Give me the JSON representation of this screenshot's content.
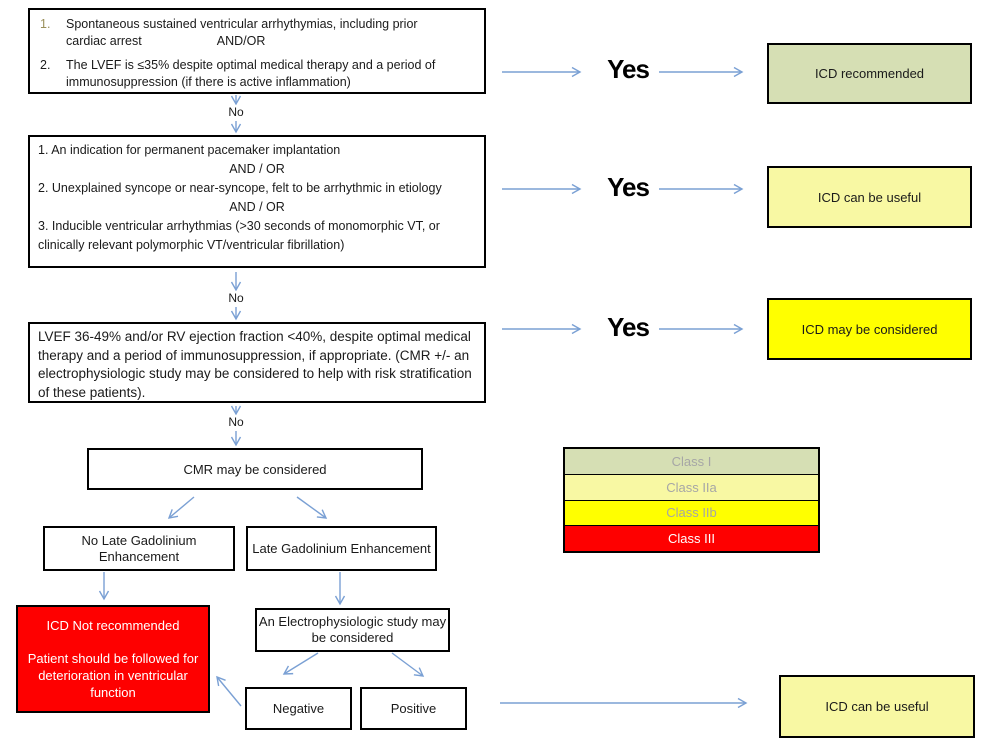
{
  "colors": {
    "arrow_blue": "#7aa0d4",
    "class_i_green": "#d6dfb4",
    "class_iia_pale_yellow": "#f8f8a3",
    "class_iib_yellow": "#ffff00",
    "class_iii_red": "#fe0000",
    "legend_text_gray": "#a6a6a6",
    "list_number_tan": "#9a8f5a",
    "box_border": "#000000"
  },
  "nodes": {
    "criteria1": {
      "item1_num": "1.",
      "item1_line1": "Spontaneous sustained ventricular arrhythymias, including prior",
      "item1_line2": "cardiac arrest",
      "andor": "AND/OR",
      "item2_num": "2.",
      "item2_text": "The LVEF is ≤35% despite optimal medical therapy and a period of immunosuppression (if there is active inflammation)"
    },
    "criteria2": {
      "item1": "1. An indication for permanent pacemaker implantation",
      "andor1": "AND / OR",
      "item2": "2.  Unexplained syncope or near-syncope, felt to be arrhythmic in etiology",
      "andor2": "AND / OR",
      "item3": "3.  Inducible ventricular arrhythmias (>30 seconds of monomorphic VT, or clinically relevant polymorphic VT/ventricular fibrillation)"
    },
    "criteria3": {
      "text": "LVEF 36-49% and/or RV ejection fraction <40%, despite optimal medical therapy and a period of immunosuppression, if appropriate. (CMR +/- an electrophysiologic study may be considered to help with risk stratification of these patients)."
    },
    "cmr": {
      "text": "CMR may be considered"
    },
    "no_lge": {
      "text": "No Late Gadolinium Enhancement"
    },
    "lge": {
      "text": "Late Gadolinium Enhancement"
    },
    "icd_not_recommended": {
      "line1": "ICD Not recommended",
      "line2": "Patient should be followed for deterioration in ventricular function"
    },
    "ep_study": {
      "text": "An Electrophysiologic study may be considered"
    },
    "negative": {
      "text": "Negative"
    },
    "positive": {
      "text": "Positive"
    }
  },
  "outcomes": {
    "icd_recommended": {
      "label": "ICD recommended",
      "color": "#d6dfb4"
    },
    "icd_can_be_useful_1": {
      "label": "ICD can be useful",
      "color": "#f8f8a3"
    },
    "icd_may_be_considered": {
      "label": "ICD may be considered",
      "color": "#ffff00"
    },
    "icd_can_be_useful_2": {
      "label": "ICD can be useful",
      "color": "#f8f8a3"
    }
  },
  "labels": {
    "yes1": "Yes",
    "yes2": "Yes",
    "yes3": "Yes",
    "no1": "No",
    "no2": "No",
    "no3": "No"
  },
  "legend": {
    "rows": [
      {
        "label": "Class I",
        "bg": "#d6dfb4",
        "fg": "#a6a6a6"
      },
      {
        "label": "Class IIa",
        "bg": "#f8f8a3",
        "fg": "#a6a6a6"
      },
      {
        "label": "Class IIb",
        "bg": "#ffff00",
        "fg": "#a6a6a6"
      },
      {
        "label": "Class III",
        "bg": "#fe0000",
        "fg": "#ffffff"
      }
    ]
  }
}
